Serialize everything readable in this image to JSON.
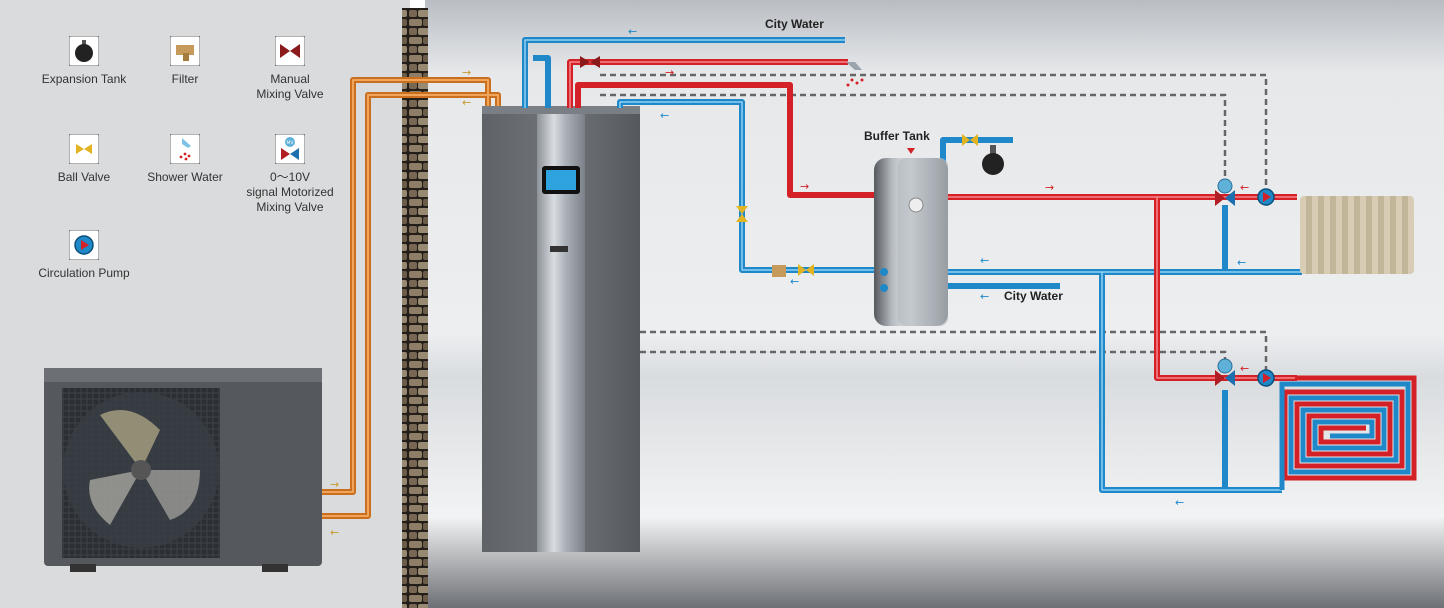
{
  "legend": {
    "expansion_tank": "Expansion Tank",
    "filter": "Filter",
    "manual_mixing_valve": "Manual\nMixing Valve",
    "ball_valve": "Ball Valve",
    "shower_water": "Shower Water",
    "motorized_mixing_valve": "0～10V\nsignal  Motorized\nMixing Valve",
    "circulation_pump": "Circulation Pump"
  },
  "labels": {
    "city_water_top": "City Water",
    "buffer_tank": "Buffer Tank",
    "city_water_tank": "City Water"
  },
  "valve_tag": "MV",
  "icons": [
    "expansion-tank-icon",
    "filter-icon",
    "manual-mixing-valve-icon",
    "ball-valve-icon",
    "shower-icon",
    "motorized-mixing-valve-icon",
    "circulation-pump-icon"
  ],
  "colors": {
    "hot": "#d42027",
    "cold": "#1e88c9",
    "copper": "#d9822b",
    "dashed": "#666666"
  }
}
